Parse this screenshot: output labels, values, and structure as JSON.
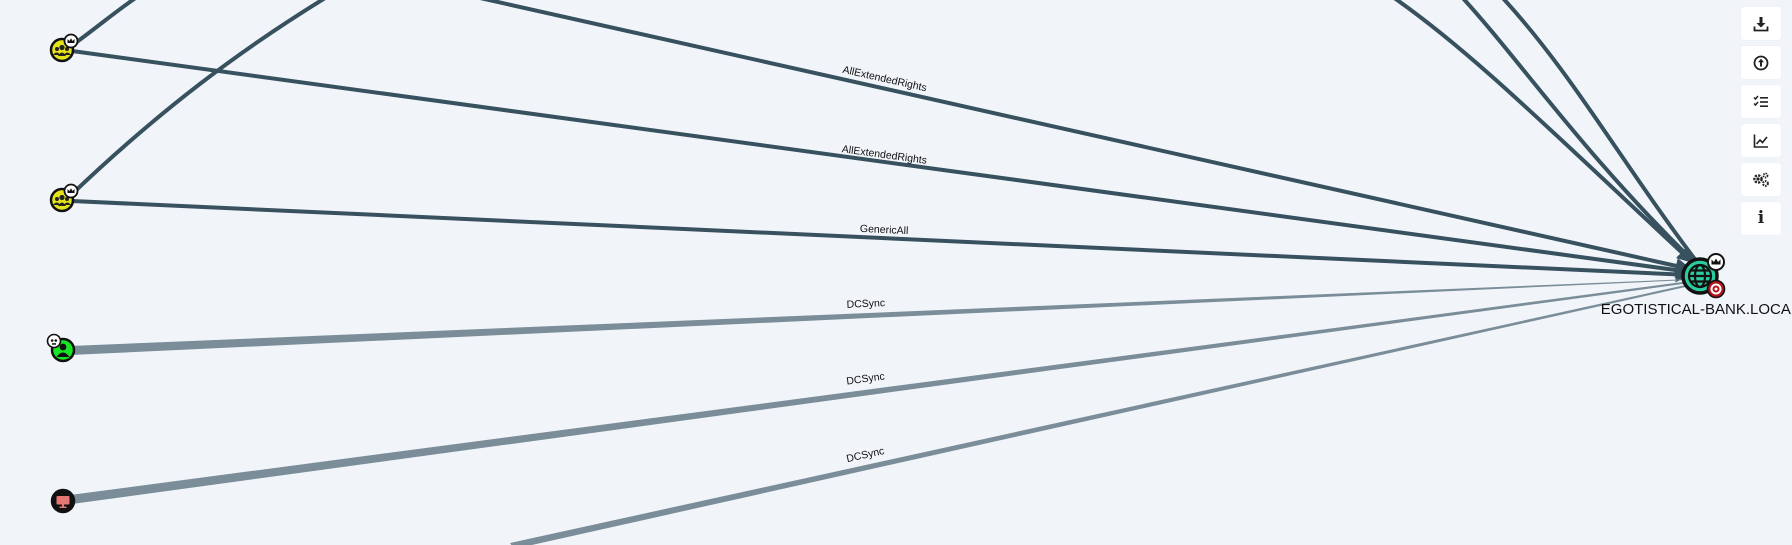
{
  "graph": {
    "target": {
      "label": "EGOTISTICAL-BANK.LOCAL",
      "type": "domain",
      "icon": "globe-icon",
      "badges": [
        "crown-icon",
        "target-icon"
      ],
      "color": "#2dcca0"
    },
    "nodes": [
      {
        "id": "group-1",
        "type": "group",
        "icon": "users-icon",
        "badge": "crown-icon",
        "color": "#e6e319"
      },
      {
        "id": "group-2",
        "type": "group",
        "icon": "users-icon",
        "badge": "crown-icon",
        "color": "#e6e319"
      },
      {
        "id": "user-1",
        "type": "user",
        "icon": "user-icon",
        "badge": "skull-icon",
        "color": "#17e625"
      },
      {
        "id": "computer-1",
        "type": "computer",
        "icon": "monitor-icon",
        "color": "#e67873"
      }
    ],
    "edges": [
      {
        "label": "AllExtendedRights",
        "from": "offscreen-top",
        "to": "target"
      },
      {
        "label": "AllExtendedRights",
        "from": "group-1",
        "to": "target"
      },
      {
        "label": "GenericAll",
        "from": "group-2",
        "to": "target"
      },
      {
        "label": "DCSync",
        "from": "user-1",
        "to": "target"
      },
      {
        "label": "DCSync",
        "from": "computer-1",
        "to": "target"
      },
      {
        "label": "DCSync",
        "from": "offscreen-bottom",
        "to": "target"
      }
    ],
    "colors": {
      "edge_dark": "#37515f",
      "edge_light": "#7a8d99",
      "background": "#f1f5fa"
    }
  },
  "toolbar": {
    "buttons": [
      {
        "name": "export-button",
        "icon": "download-icon"
      },
      {
        "name": "import-button",
        "icon": "upload-icon"
      },
      {
        "name": "queries-button",
        "icon": "checklist-icon"
      },
      {
        "name": "stats-button",
        "icon": "chart-line-icon"
      },
      {
        "name": "settings-button",
        "icon": "gears-icon"
      },
      {
        "name": "info-button",
        "icon": "info-icon",
        "glyph": "i"
      }
    ]
  }
}
